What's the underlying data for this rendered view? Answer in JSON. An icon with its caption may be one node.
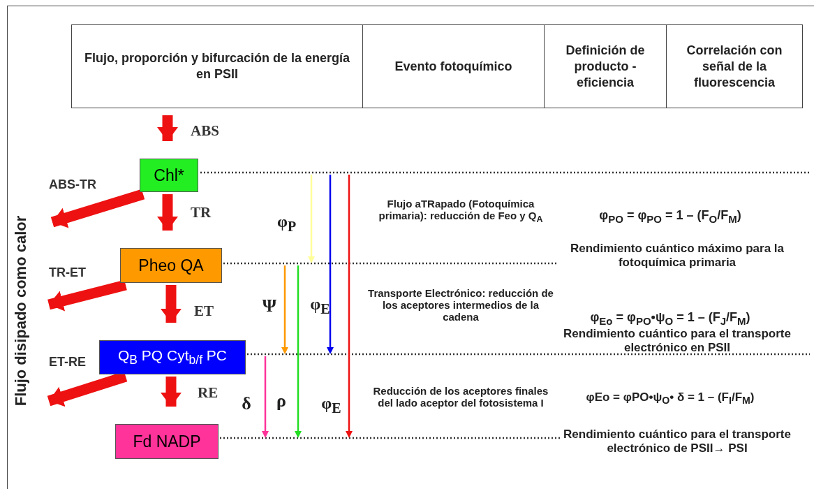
{
  "diagram": {
    "nodes": [
      {
        "text": [
          "Chl*"
        ]
      },
      {
        "text": [
          "Pheo QA"
        ]
      },
      {
        "text": [
          "Q$_{B}$ PQ Cyt$_{b/f}$ PC"
        ]
      },
      {
        "text": [
          "Fd NADP"
        ]
      }
    ],
    "edges": [
      {
        "from": null,
        "to": 0,
        "arrow": "to",
        "label": "ABS"
      },
      {
        "from": 0,
        "to": 1,
        "arrow": "to",
        "label": "TR"
      },
      {
        "from": 0,
        "to": null,
        "arrow": "to",
        "label": "ABS-TR"
      },
      {
        "from": 1,
        "to": 2,
        "arrow": "to",
        "label": "ET"
      },
      {
        "from": 1,
        "to": null,
        "arrow": "to",
        "label": "TR-ET"
      },
      {
        "from": 2,
        "to": 3,
        "arrow": "to",
        "label": "RE"
      },
      {
        "from": 2,
        "to": null,
        "arrow": "to",
        "label": "ET-RE"
      }
    ],
    "labels": [
      "Flujo, proporción y bifurcación de la energía en PSII",
      "Evento fotoquímico",
      "Definición de producto - eficiencia",
      "Correlación con señal de la fluorescencia",
      "Flujo disipado como calor",
      "φ$_{P}$",
      "Ψ",
      "φ$_{E}$",
      "δ",
      "ρ",
      "φ$_{E}$",
      "Flujo aTRapado (Fotoquímica primaria): reducción de Feo y Q$_{A}$",
      "φ$_{PO}$ = φ$_{PO}$ = 1 – (F$_{O}$/F$_{M}$)",
      "Rendimiento cuántico máximo para la fotoquímica primaria",
      "Transporte Electrónico: reducción de los aceptores intermedios de la cadena",
      "φ$_{Eo}$ = φ$_{PO}$•ψ$_{O}$ = 1 – (F$_{J}$/F$_{M}$)",
      "Rendimiento cuántico para el transporte electrónico en PSII",
      "Reducción de los aceptores finales del lado aceptor del fotosistema I",
      "φEo = φPO•ψ$_{O}$• δ = 1 – (F$_{I}$/F$_{M}$)",
      "Rendimiento cuántico para el transporte electrónico de PSII→ PSI"
    ]
  }
}
